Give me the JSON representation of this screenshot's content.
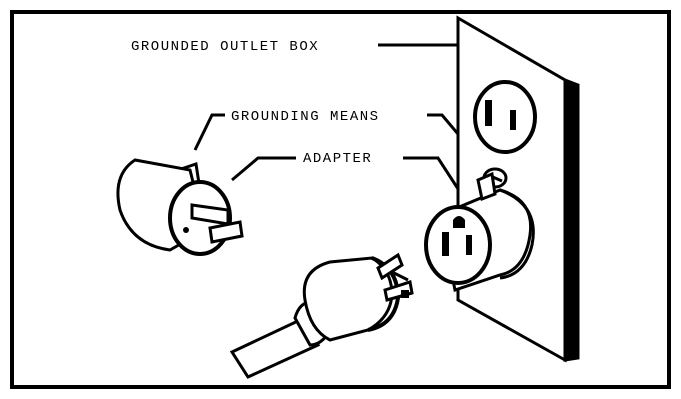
{
  "labels": {
    "outlet_box": "GROUNDED OUTLET BOX",
    "grounding_means": "GROUNDING MEANS",
    "adapter": "ADAPTER"
  },
  "colors": {
    "ink": "#000000",
    "paper": "#ffffff"
  }
}
